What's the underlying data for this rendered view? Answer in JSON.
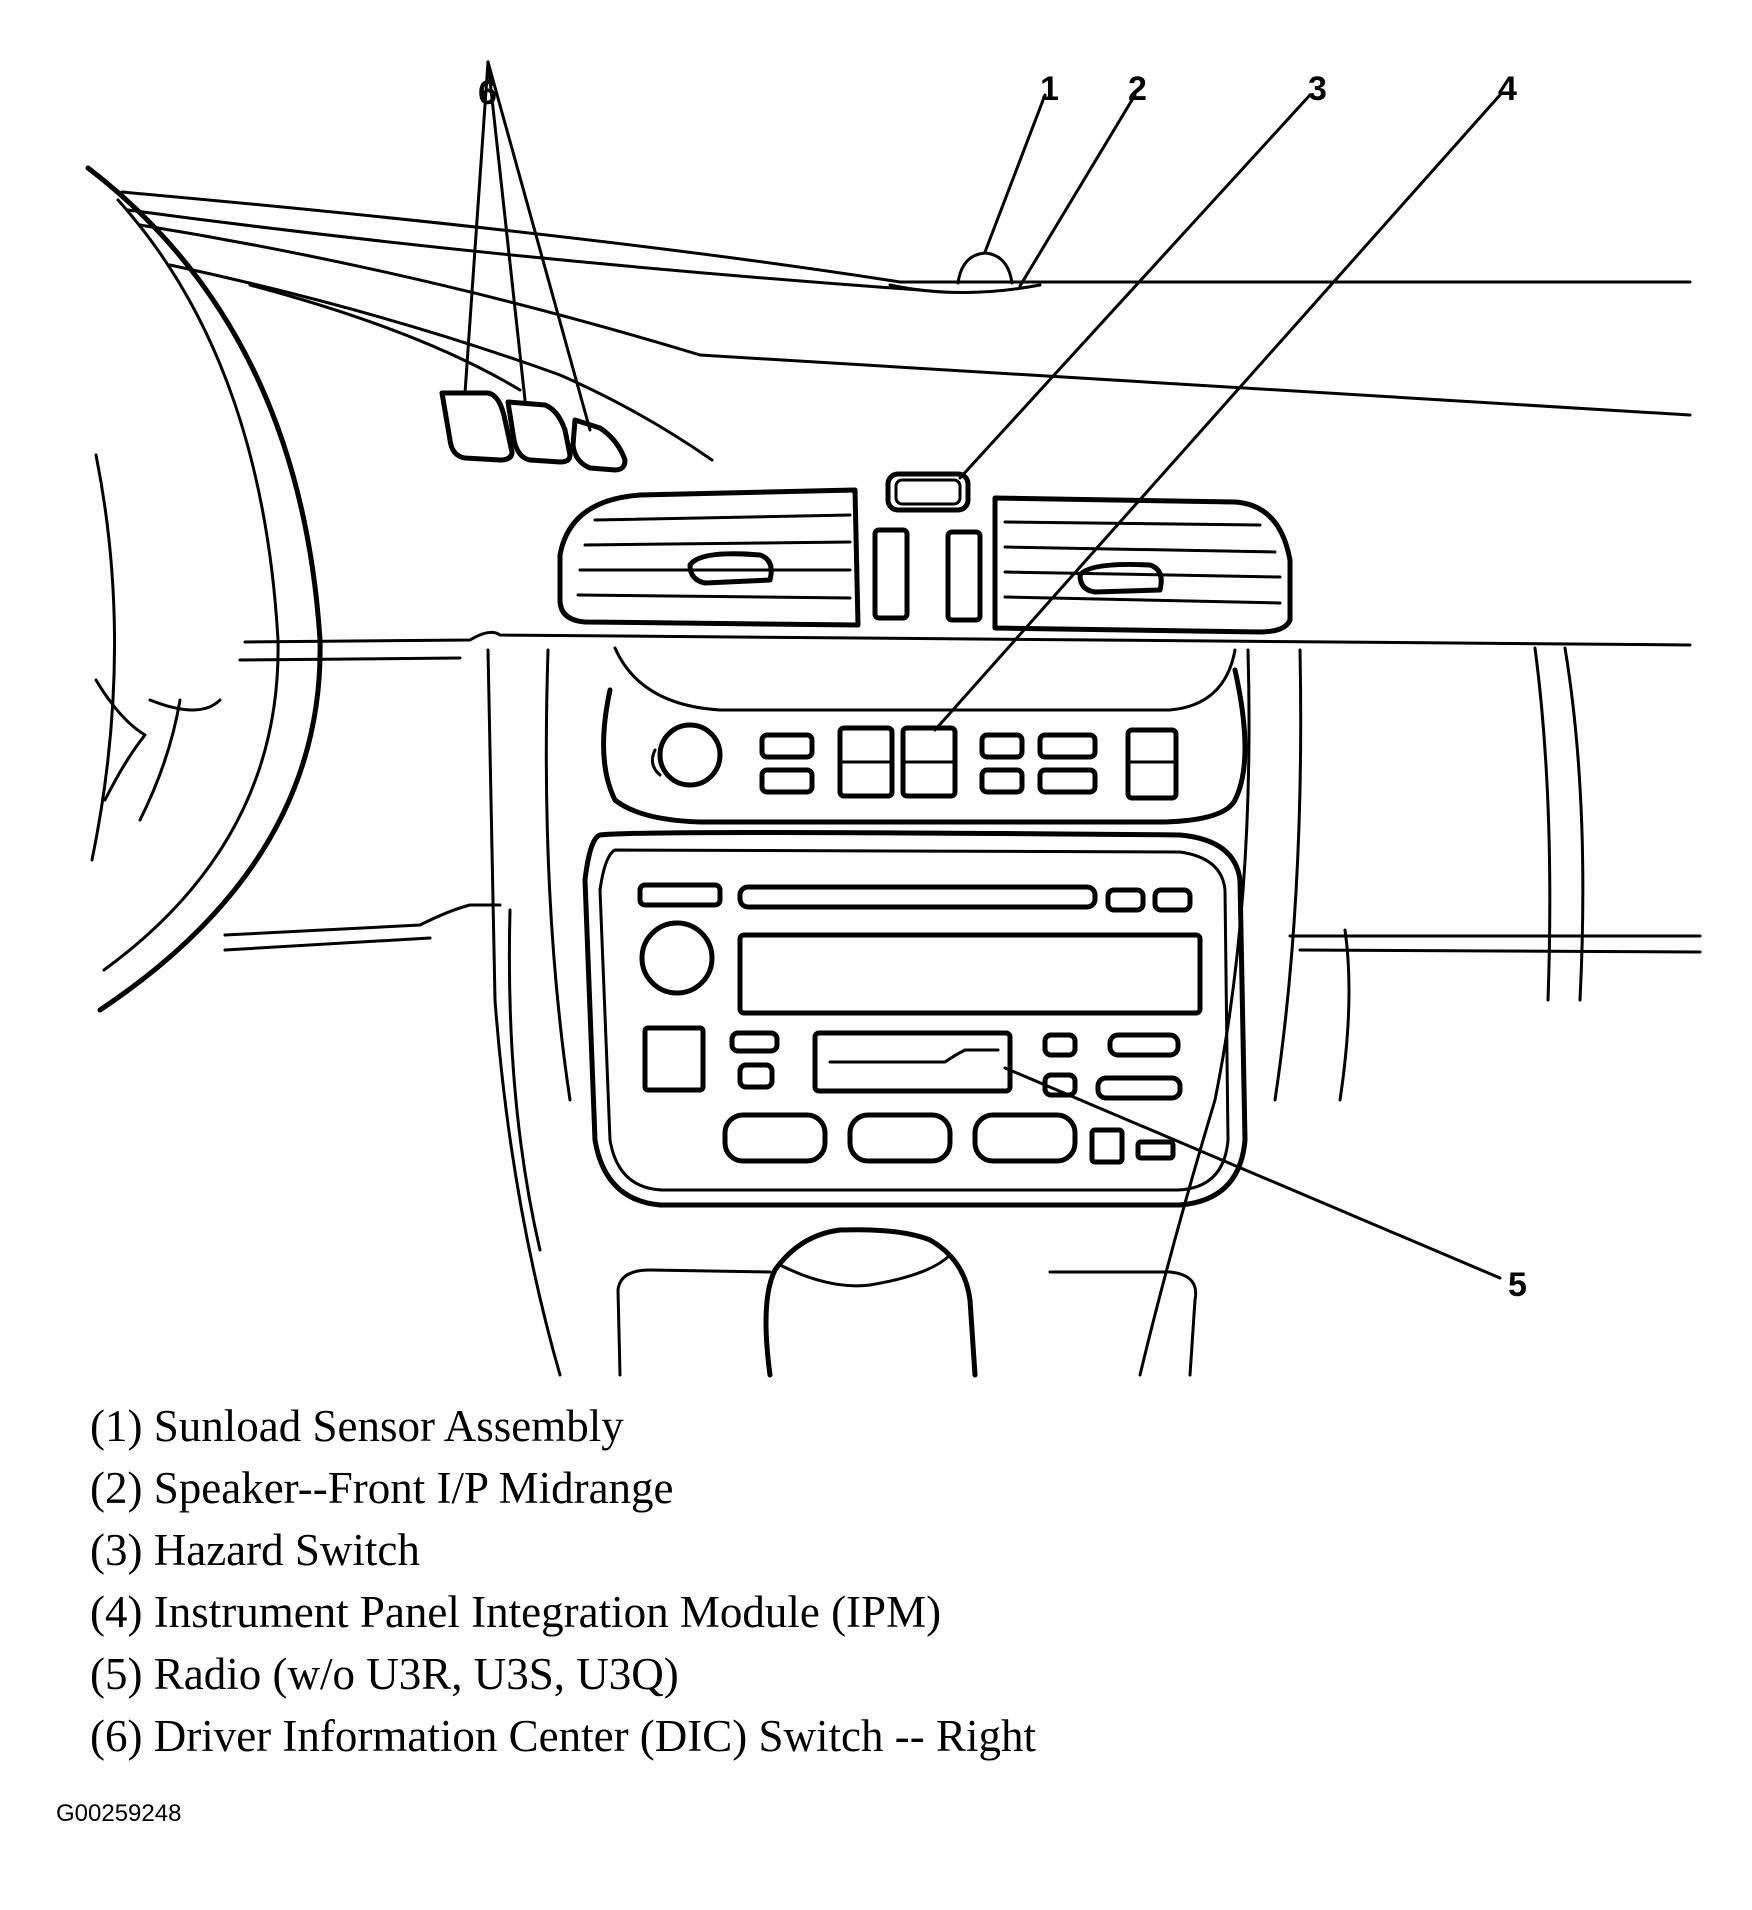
{
  "callouts": [
    {
      "number": "1",
      "label": "(1) Sunload Sensor Assembly"
    },
    {
      "number": "2",
      "label": "(2) Speaker--Front I/P Midrange"
    },
    {
      "number": "3",
      "label": "(3) Hazard Switch"
    },
    {
      "number": "4",
      "label": "(4) Instrument Panel Integration Module (IPM)"
    },
    {
      "number": "5",
      "label": "(5) Radio (w/o U3R, U3S, U3Q)"
    },
    {
      "number": "6",
      "label": "(6) Driver Information Center (DIC) Switch -- Right"
    }
  ],
  "figure_id": "G00259248"
}
